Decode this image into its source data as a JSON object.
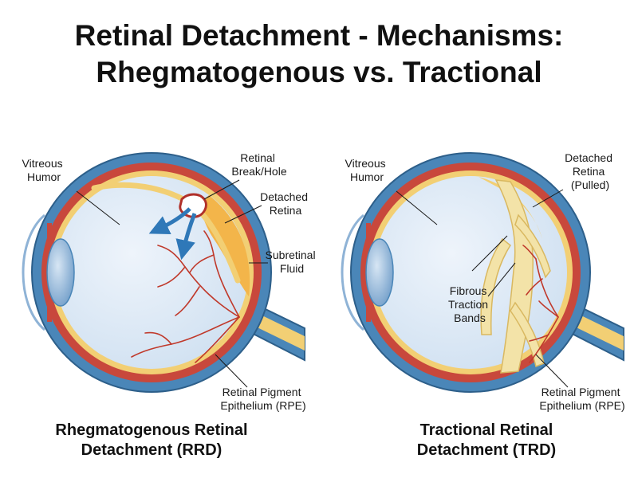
{
  "title": {
    "line1": "Retinal Detachment - Mechanisms:",
    "line2": "Rhegmatogenous vs. Tractional"
  },
  "left_diagram": {
    "labels": {
      "vitreous": [
        "Vitreous",
        "Humor"
      ],
      "break": [
        "Retinal",
        "Break/Hole"
      ],
      "detached": [
        "Detached",
        "Retina"
      ],
      "fluid": [
        "Subretinal",
        "Fluid"
      ],
      "rpe": [
        "Retinal Pigment",
        "Epithelium (RPE)"
      ]
    },
    "caption": [
      "Rhegmatogenous Retinal",
      "Detachment (RRD)"
    ]
  },
  "right_diagram": {
    "labels": {
      "vitreous": [
        "Vitreous",
        "Humor"
      ],
      "detached": [
        "Detached",
        "Retina",
        "(Pulled)"
      ],
      "bands": [
        "Fibrous",
        "Traction",
        "Bands"
      ],
      "rpe": [
        "Retinal Pigment",
        "Epithelium (RPE)"
      ]
    },
    "caption": [
      "Tractional Retinal",
      "Detachment (TRD)"
    ]
  },
  "colors": {
    "sclera": "#4a86b8",
    "choroid": "#c8483c",
    "retina": "#f2cf74",
    "vitreous": "#dde9f6",
    "fluid": "#f3b54a",
    "vessel": "#c0392b",
    "arrow": "#2f78b8",
    "lens": "#8fb3d6"
  }
}
